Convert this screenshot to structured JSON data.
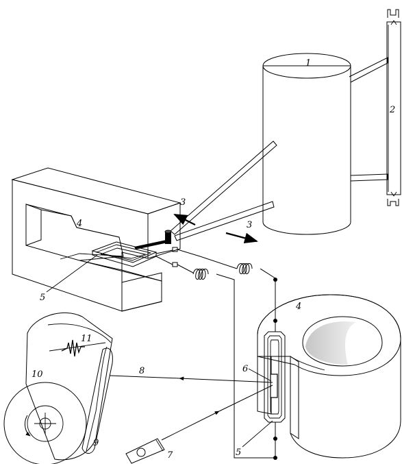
{
  "labels": {
    "cylinder": "1",
    "scale": "2",
    "motion_a": "3",
    "motion_b": "3",
    "magnet_left": "4",
    "magnet_right": "4",
    "coil_left": "5",
    "coil_right": "5",
    "mirror": "6",
    "lamp": "7",
    "beam": "8",
    "spool": "9",
    "drum": "10",
    "trace": "11"
  },
  "colors": {
    "stroke": "#000000",
    "shade_light": "#f2f2f2",
    "shade_mid": "#b8b8b8",
    "shade_dark": "#8a8a8a"
  }
}
